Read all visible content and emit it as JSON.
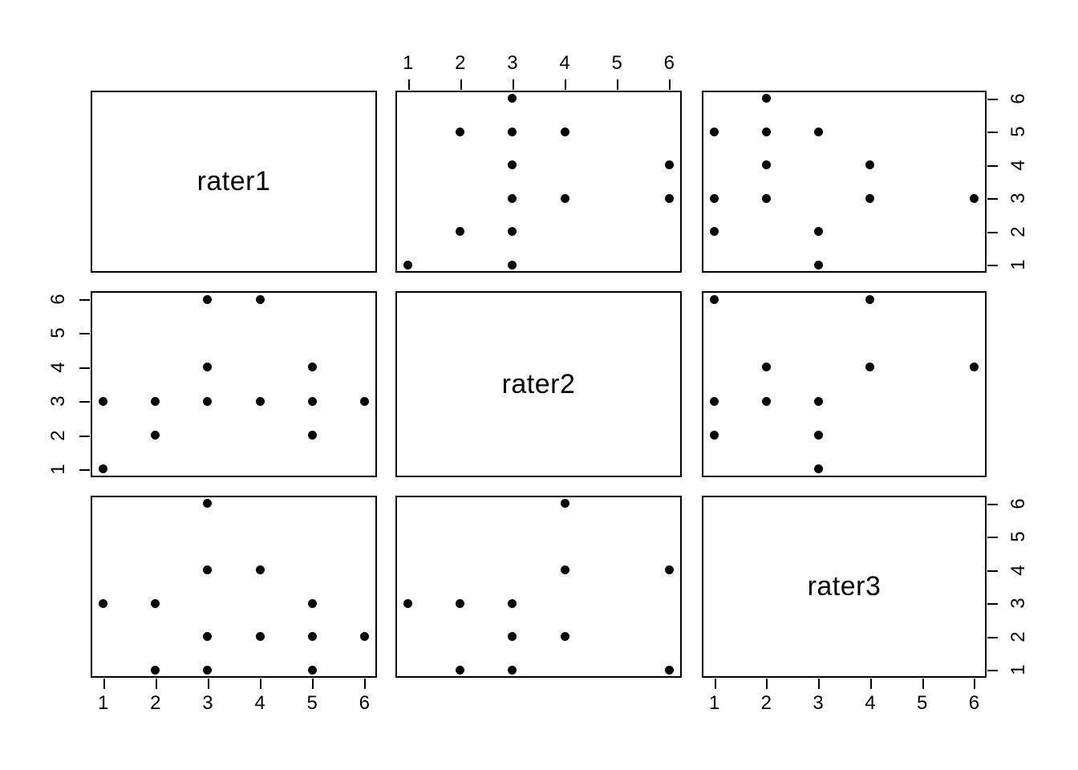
{
  "figure": {
    "type": "scatterplot-matrix",
    "title": "",
    "variables": [
      "rater1",
      "rater2",
      "rater3"
    ],
    "background": "#ffffff",
    "point_color": "#000000",
    "border_color": "#000000"
  },
  "axis": {
    "tick_labels": [
      "1",
      "2",
      "3",
      "4",
      "5",
      "6"
    ],
    "ticks": [
      1,
      2,
      3,
      4,
      5,
      6
    ],
    "limits": [
      0.76,
      6.24
    ]
  },
  "diagonal_labels": [
    {
      "name": "rater1",
      "row": 0,
      "col": 0
    },
    {
      "name": "rater2",
      "row": 1,
      "col": 1
    },
    {
      "name": "rater3",
      "row": 2,
      "col": 2
    }
  ],
  "chart_data": {
    "type": "scatter",
    "title": "",
    "xlabel": "",
    "ylabel": "",
    "xlim": [
      0.76,
      6.24
    ],
    "ylim": [
      0.76,
      6.24
    ],
    "grid": false,
    "legend": "none",
    "variables": [
      "rater1",
      "rater2",
      "rater3"
    ],
    "observations": [
      {
        "rater1": 1,
        "rater2": 3,
        "rater3": 3
      },
      {
        "rater1": 1,
        "rater2": 1,
        "rater3": 3
      },
      {
        "rater1": 2,
        "rater2": 3,
        "rater3": 3
      },
      {
        "rater1": 2,
        "rater2": 2,
        "rater3": 1
      },
      {
        "rater1": 3,
        "rater2": 6,
        "rater3": 4
      },
      {
        "rater1": 3,
        "rater2": 4,
        "rater3": 6
      },
      {
        "rater1": 3,
        "rater2": 3,
        "rater3": 2
      },
      {
        "rater1": 3,
        "rater2": 3,
        "rater3": 1
      },
      {
        "rater1": 4,
        "rater2": 6,
        "rater3": 4
      },
      {
        "rater1": 4,
        "rater2": 3,
        "rater3": 2
      },
      {
        "rater1": 5,
        "rater2": 4,
        "rater3": 3
      },
      {
        "rater1": 5,
        "rater2": 3,
        "rater3": 2
      },
      {
        "rater1": 5,
        "rater2": 2,
        "rater3": 1
      },
      {
        "rater1": 6,
        "rater2": 3,
        "rater3": 2
      }
    ],
    "panels": [
      {
        "row": 0,
        "col": 1,
        "x_var": "rater2",
        "y_var": "rater1",
        "points": [
          [
            3,
            6
          ],
          [
            2,
            5
          ],
          [
            3,
            5
          ],
          [
            4,
            5
          ],
          [
            3,
            4
          ],
          [
            6,
            4
          ],
          [
            3,
            3
          ],
          [
            4,
            3
          ],
          [
            6,
            3
          ],
          [
            2,
            2
          ],
          [
            3,
            2
          ],
          [
            1,
            1
          ],
          [
            3,
            1
          ]
        ]
      },
      {
        "row": 0,
        "col": 2,
        "x_var": "rater3",
        "y_var": "rater1",
        "points": [
          [
            2,
            6
          ],
          [
            1,
            5
          ],
          [
            2,
            5
          ],
          [
            3,
            5
          ],
          [
            2,
            4
          ],
          [
            4,
            4
          ],
          [
            1,
            3
          ],
          [
            2,
            3
          ],
          [
            4,
            3
          ],
          [
            6,
            3
          ],
          [
            1,
            2
          ],
          [
            3,
            2
          ],
          [
            3,
            1
          ]
        ]
      },
      {
        "row": 1,
        "col": 0,
        "x_var": "rater1",
        "y_var": "rater2",
        "points": [
          [
            3,
            6
          ],
          [
            4,
            6
          ],
          [
            3,
            4
          ],
          [
            5,
            4
          ],
          [
            1,
            3
          ],
          [
            2,
            3
          ],
          [
            3,
            3
          ],
          [
            4,
            3
          ],
          [
            5,
            3
          ],
          [
            6,
            3
          ],
          [
            2,
            2
          ],
          [
            5,
            2
          ],
          [
            1,
            1
          ]
        ]
      },
      {
        "row": 1,
        "col": 2,
        "x_var": "rater3",
        "y_var": "rater2",
        "points": [
          [
            1,
            6
          ],
          [
            4,
            6
          ],
          [
            2,
            4
          ],
          [
            4,
            4
          ],
          [
            6,
            4
          ],
          [
            1,
            3
          ],
          [
            2,
            3
          ],
          [
            3,
            3
          ],
          [
            1,
            2
          ],
          [
            3,
            2
          ],
          [
            3,
            1
          ]
        ]
      },
      {
        "row": 2,
        "col": 0,
        "x_var": "rater1",
        "y_var": "rater3",
        "points": [
          [
            3,
            6
          ],
          [
            3,
            4
          ],
          [
            4,
            4
          ],
          [
            1,
            3
          ],
          [
            2,
            3
          ],
          [
            5,
            3
          ],
          [
            3,
            2
          ],
          [
            4,
            2
          ],
          [
            5,
            2
          ],
          [
            6,
            2
          ],
          [
            2,
            1
          ],
          [
            3,
            1
          ],
          [
            5,
            1
          ]
        ]
      },
      {
        "row": 2,
        "col": 1,
        "x_var": "rater2",
        "y_var": "rater3",
        "points": [
          [
            4,
            6
          ],
          [
            4,
            4
          ],
          [
            6,
            4
          ],
          [
            1,
            3
          ],
          [
            2,
            3
          ],
          [
            3,
            3
          ],
          [
            3,
            2
          ],
          [
            4,
            2
          ],
          [
            2,
            1
          ],
          [
            3,
            1
          ],
          [
            6,
            1
          ]
        ]
      }
    ]
  },
  "layout": {
    "cols_x": [
      113,
      493,
      875
    ],
    "cols_w": [
      357,
      357,
      355
    ],
    "rows_y": [
      113,
      363,
      618
    ],
    "rows_h": [
      227,
      232,
      227
    ],
    "top_axis_col": 1,
    "bottom_axis_cols": [
      0,
      2
    ],
    "left_axis_row": 1,
    "right_axis_rows": [
      0,
      2
    ]
  }
}
